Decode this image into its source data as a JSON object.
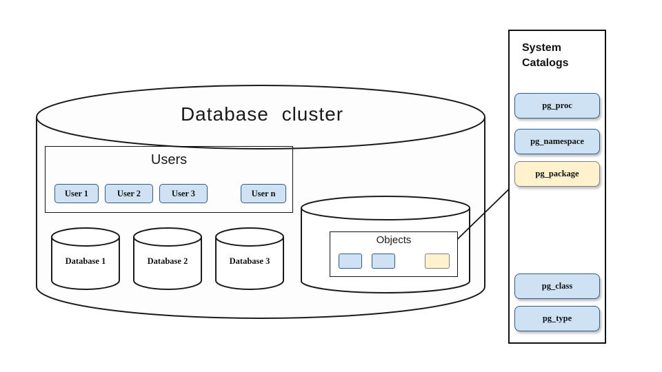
{
  "cluster": {
    "title": "Database cluster"
  },
  "users": {
    "title": "Users",
    "items": [
      {
        "label": "User 1"
      },
      {
        "label": "User 2"
      },
      {
        "label": "User 3"
      },
      {
        "label": "User n"
      }
    ]
  },
  "databases": {
    "items": [
      {
        "label": "Database 1"
      },
      {
        "label": "Database 2"
      },
      {
        "label": "Database 3"
      }
    ]
  },
  "objects": {
    "title": "Objects",
    "boxes": [
      {
        "color": "blue"
      },
      {
        "color": "blue"
      },
      {
        "color": "yellow"
      }
    ]
  },
  "catalogs": {
    "title": "System Catalogs",
    "items": [
      {
        "label": "pg_proc",
        "highlight": false
      },
      {
        "label": "pg_namespace",
        "highlight": false
      },
      {
        "label": "pg_package",
        "highlight": true
      },
      {
        "label": "pg_class",
        "highlight": false
      },
      {
        "label": "pg_type",
        "highlight": false
      }
    ]
  },
  "colors": {
    "blue_fill": "#cfe2f3",
    "blue_border": "#2e5a88",
    "yellow_fill": "#fff2cc",
    "yellow_border": "#7f7f7f",
    "outline": "#111111"
  }
}
